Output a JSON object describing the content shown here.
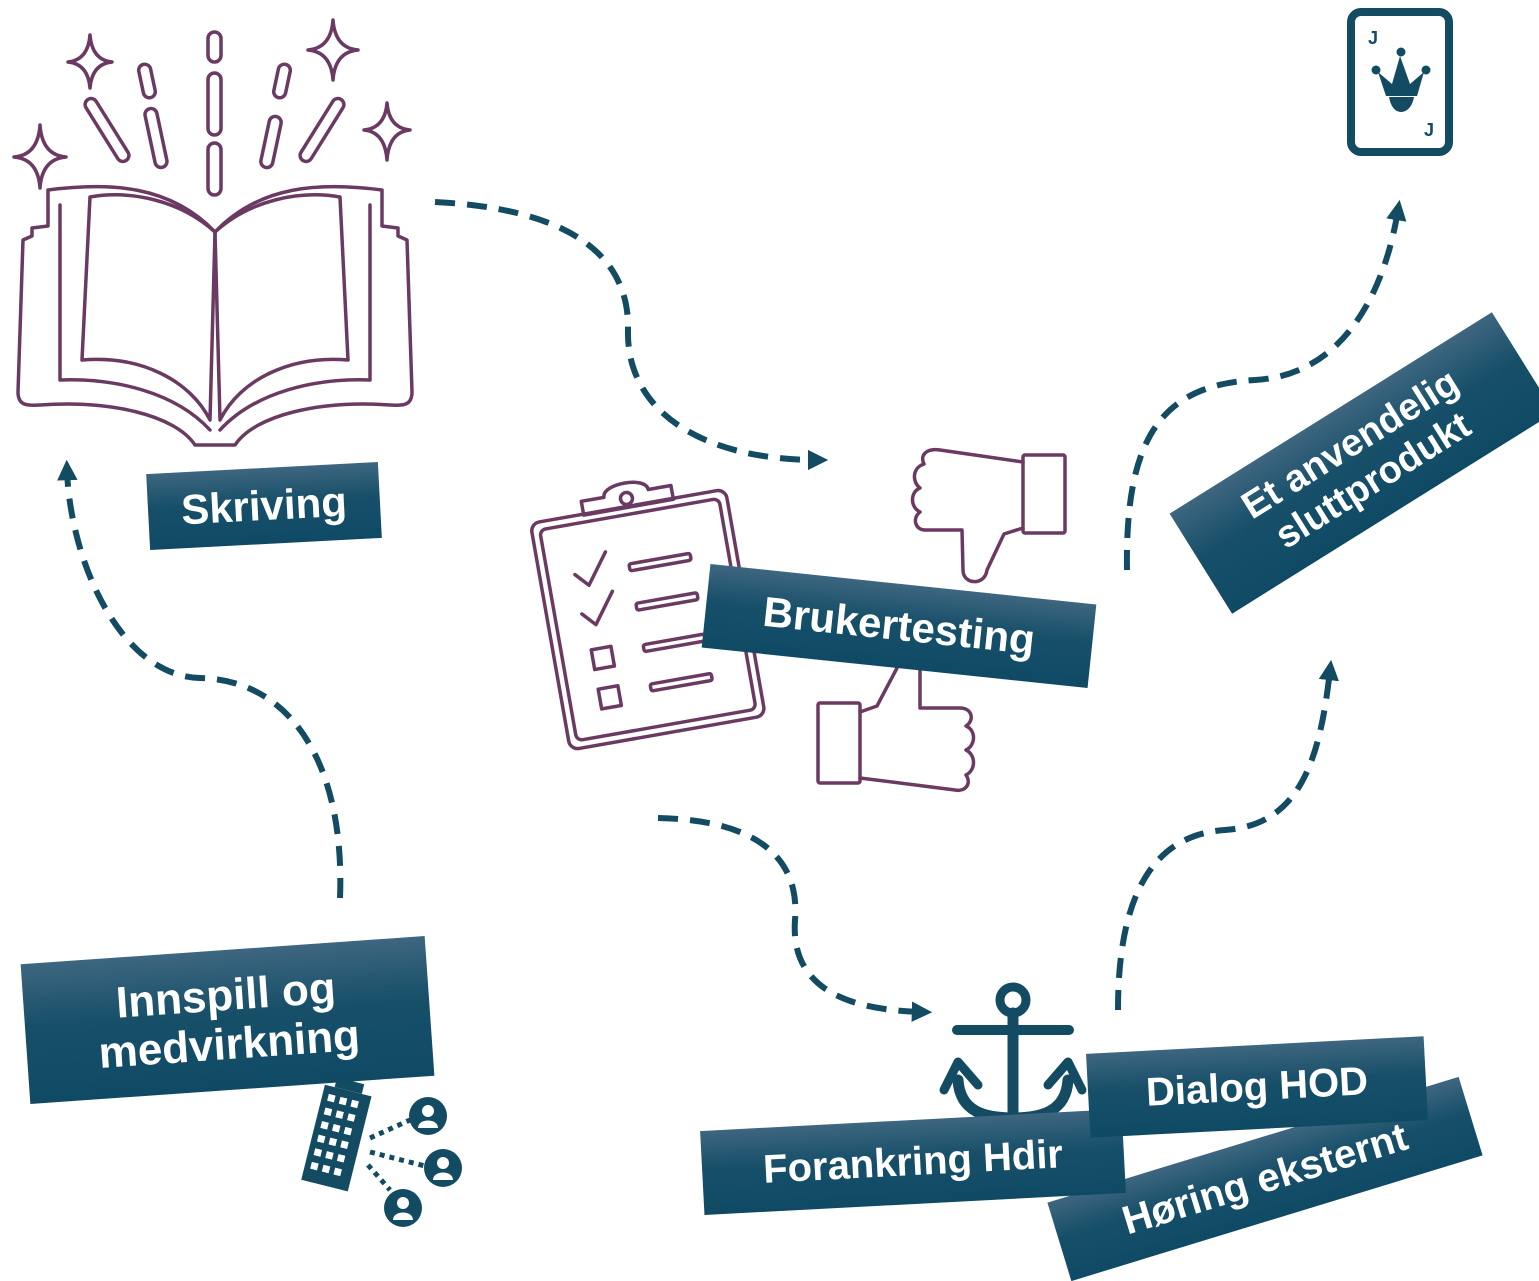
{
  "labels": {
    "skriving": "Skriving",
    "brukertesting": "Brukertesting",
    "sluttprodukt_line1": "Et anvendelig",
    "sluttprodukt_line2": "sluttprodukt",
    "innspill_line1": "Innspill og",
    "innspill_line2": "medvirkning",
    "forankring": "Forankring Hdir",
    "dialog": "Dialog HOD",
    "horing": "Høring eksternt"
  },
  "card": {
    "rank_top": "J",
    "rank_bottom": "J"
  },
  "colors": {
    "primary": "#134b63",
    "icon_purple": "#6b3a63"
  },
  "icons": [
    "open-book-icon",
    "clipboard-checklist-icon",
    "thumbs-down-icon",
    "thumbs-up-icon",
    "anchor-icon",
    "jester-card-icon",
    "building-network-icon"
  ]
}
